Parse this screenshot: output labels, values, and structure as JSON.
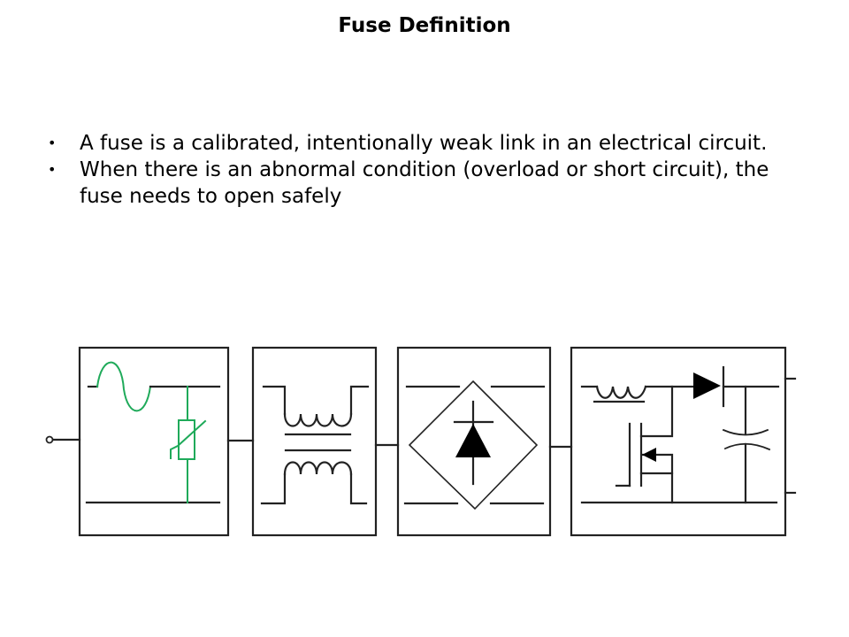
{
  "slide": {
    "title": "Fuse Definition",
    "bullets": [
      "A fuse is a calibrated, intentionally weak link in an electrical circuit.",
      "When there is an abnormal condition (overload or short circuit), the fuse needs to open safely"
    ],
    "bullet_glyph": "•"
  },
  "diagram": {
    "description": "Power supply block diagram",
    "blocks": [
      {
        "id": "input-filter",
        "components": [
          "ac-source-icon",
          "varistor-icon"
        ]
      },
      {
        "id": "transformer",
        "components": [
          "transformer-icon"
        ]
      },
      {
        "id": "rectifier",
        "components": [
          "bridge-rectifier-icon"
        ]
      },
      {
        "id": "boost-converter",
        "components": [
          "inductor-icon",
          "diode-icon",
          "mosfet-icon",
          "capacitor-icon"
        ]
      }
    ],
    "colors": {
      "line": "#222222",
      "highlight": "#1faa5a"
    }
  }
}
